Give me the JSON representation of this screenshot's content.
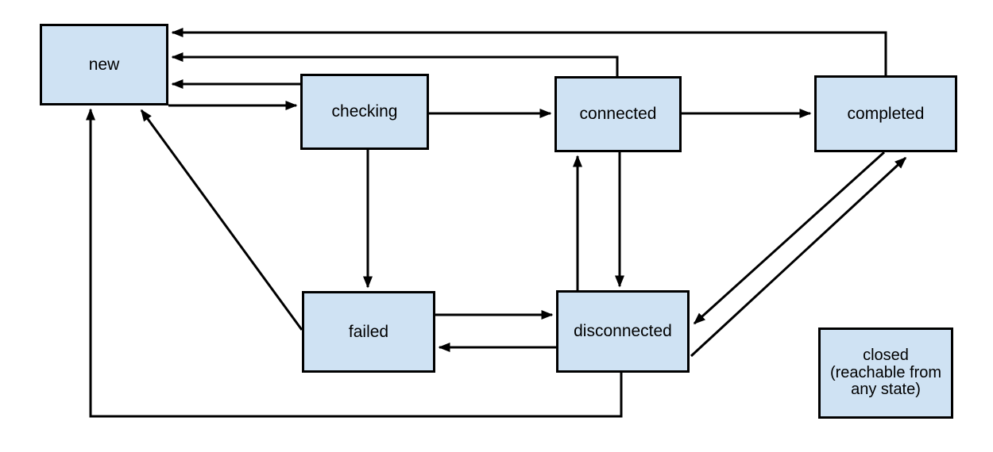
{
  "diagram": {
    "type": "state-diagram",
    "background_color": "#ffffff",
    "node_fill_color": "#cfe2f3",
    "node_border_color": "#000000",
    "arrow_color": "#000000",
    "text_color": "#000000",
    "nodes": [
      {
        "id": "new",
        "label": "new"
      },
      {
        "id": "checking",
        "label": "checking"
      },
      {
        "id": "connected",
        "label": "connected"
      },
      {
        "id": "completed",
        "label": "completed"
      },
      {
        "id": "failed",
        "label": "failed"
      },
      {
        "id": "disconnected",
        "label": "disconnected"
      },
      {
        "id": "closed",
        "label": "closed",
        "note_line1": "(reachable from",
        "note_line2": "any state)"
      }
    ],
    "edges": [
      {
        "from": "new",
        "to": "checking"
      },
      {
        "from": "checking",
        "to": "connected"
      },
      {
        "from": "connected",
        "to": "completed"
      },
      {
        "from": "checking",
        "to": "new"
      },
      {
        "from": "connected",
        "to": "new"
      },
      {
        "from": "completed",
        "to": "new"
      },
      {
        "from": "checking",
        "to": "failed"
      },
      {
        "from": "disconnected",
        "to": "connected"
      },
      {
        "from": "connected",
        "to": "disconnected"
      },
      {
        "from": "failed",
        "to": "disconnected"
      },
      {
        "from": "disconnected",
        "to": "failed"
      },
      {
        "from": "failed",
        "to": "new"
      },
      {
        "from": "disconnected",
        "to": "new"
      },
      {
        "from": "disconnected",
        "to": "completed"
      },
      {
        "from": "completed",
        "to": "disconnected"
      }
    ]
  }
}
